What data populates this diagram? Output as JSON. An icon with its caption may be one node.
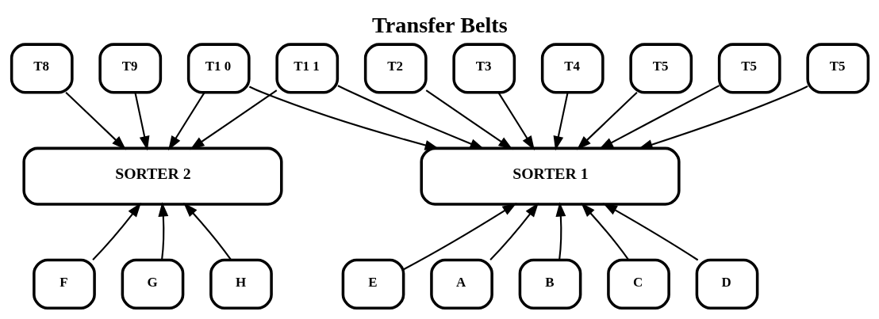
{
  "diagram": {
    "title": "Transfer Belts",
    "nodes": [
      {
        "text": [
          "T8"
        ]
      },
      {
        "text": [
          "T9"
        ]
      },
      {
        "text": [
          "T1 0"
        ]
      },
      {
        "text": [
          "T1 1"
        ]
      },
      {
        "text": [
          "T2"
        ]
      },
      {
        "text": [
          "T3"
        ]
      },
      {
        "text": [
          "T4"
        ]
      },
      {
        "text": [
          "T5"
        ]
      },
      {
        "text": [
          "T5"
        ]
      },
      {
        "text": [
          "T5"
        ]
      },
      {
        "text": [
          "SORTER 2"
        ]
      },
      {
        "text": [
          "SORTER 1"
        ]
      },
      {
        "text": [
          "F"
        ]
      },
      {
        "text": [
          "G"
        ]
      },
      {
        "text": [
          "H"
        ]
      },
      {
        "text": [
          "A"
        ]
      },
      {
        "text": [
          "B"
        ]
      },
      {
        "text": [
          "C"
        ]
      },
      {
        "text": [
          "D"
        ]
      },
      {
        "text": [
          "E"
        ]
      }
    ],
    "edges": [
      {
        "from": 0,
        "to": 10,
        "arrow": "to"
      },
      {
        "from": 1,
        "to": 10,
        "arrow": "to"
      },
      {
        "from": 2,
        "to": 10,
        "arrow": "to"
      },
      {
        "from": 3,
        "to": 10,
        "arrow": "to"
      },
      {
        "from": 2,
        "to": 11,
        "arrow": "to"
      },
      {
        "from": 3,
        "to": 11,
        "arrow": "to"
      },
      {
        "from": 4,
        "to": 11,
        "arrow": "to"
      },
      {
        "from": 5,
        "to": 11,
        "arrow": "to"
      },
      {
        "from": 6,
        "to": 11,
        "arrow": "to"
      },
      {
        "from": 7,
        "to": 11,
        "arrow": "to"
      },
      {
        "from": 8,
        "to": 11,
        "arrow": "to"
      },
      {
        "from": 9,
        "to": 11,
        "arrow": "to"
      },
      {
        "from": 12,
        "to": 10,
        "arrow": "to"
      },
      {
        "from": 13,
        "to": 10,
        "arrow": "to"
      },
      {
        "from": 14,
        "to": 10,
        "arrow": "to"
      },
      {
        "from": 15,
        "to": 11,
        "arrow": "to"
      },
      {
        "from": 16,
        "to": 11,
        "arrow": "to"
      },
      {
        "from": 17,
        "to": 11,
        "arrow": "to"
      },
      {
        "from": 18,
        "to": 11,
        "arrow": "to"
      },
      {
        "from": 19,
        "to": 11,
        "arrow": "to"
      }
    ]
  }
}
